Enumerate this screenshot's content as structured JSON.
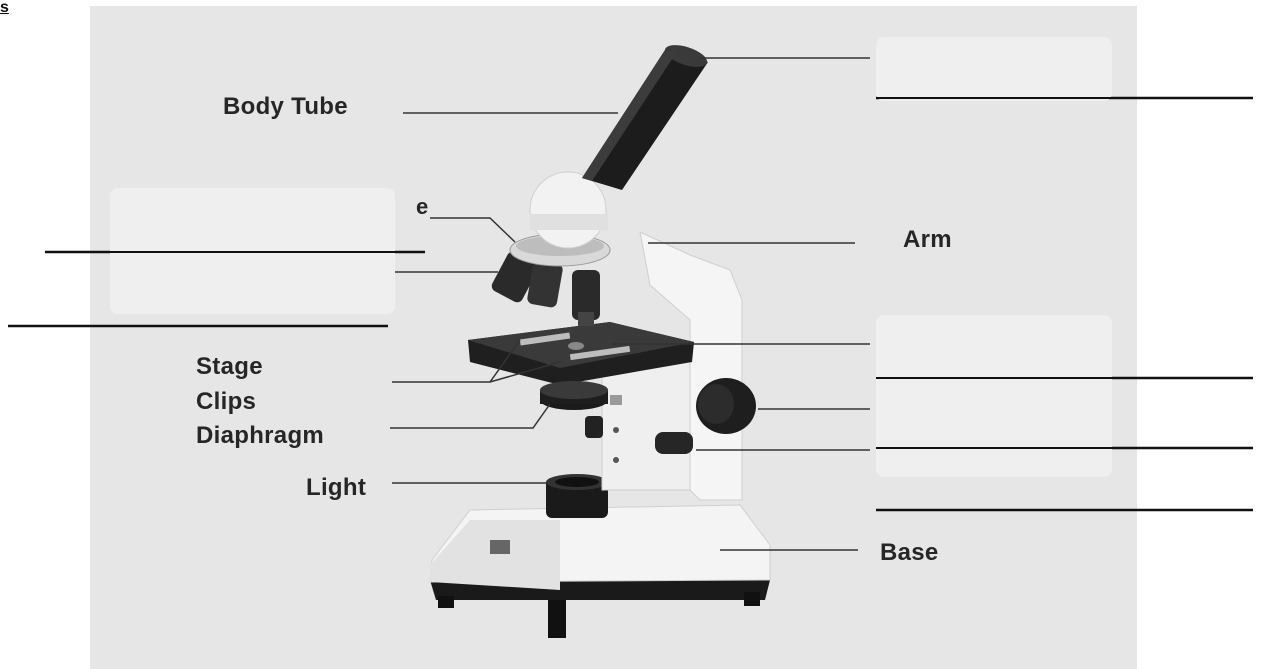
{
  "corner_text": "s",
  "labels": {
    "body_tube": "Body Tube",
    "arm": "Arm",
    "stage": "Stage",
    "clips": "Clips",
    "diaphragm": "Diaphragm",
    "light": "Light",
    "base": "Base",
    "partial_letter": "e"
  }
}
